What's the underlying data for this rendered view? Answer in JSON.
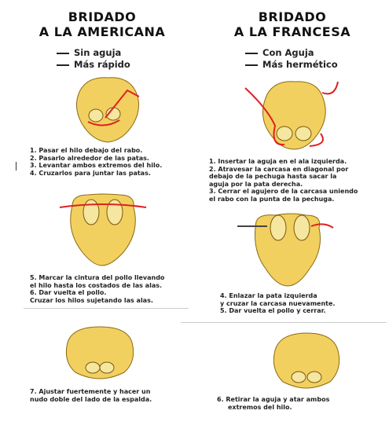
{
  "left": {
    "title_line1": "BRIDADO",
    "title_line2": "A LA AMERICANA",
    "bullet1": "Sin aguja",
    "bullet2": "Más rápido",
    "steps1": [
      "1. Pasar el hilo debajo del rabo.",
      "2. Pasarlo alrededor de las patas.",
      "3. Levantar ambos extremos del hilo.",
      "4. Cruzarlos para juntar las patas."
    ],
    "steps2": [
      "5. Marcar la cintura del pollo llevando",
      "el hilo hasta los costados de las alas.",
      "6. Dar vuelta el pollo.",
      "Cruzar los hilos sujetando las alas."
    ],
    "steps3": [
      "7. Ajustar fuertemente y hacer un",
      "nudo doble del lado de la espalda."
    ]
  },
  "right": {
    "title_line1": "BRIDADO",
    "title_line2": "A LA FRANCESA",
    "bullet1": "Con Aguja",
    "bullet2": "Más hermético",
    "steps1": [
      "1. Insertar la aguja en el ala izquierda.",
      "2. Atravesar la carcasa en diagonal por",
      "debajo de la pechuga hasta sacar la",
      "aguja por la pata derecha.",
      "3. Cerrar el agujero de la carcasa uniendo",
      "el rabo con la punta de la pechuga."
    ],
    "steps2": [
      "4. Enlazar la pata izquierda",
      "y cruzar la carcasa nuevamente.",
      "5. Dar vuelta el pollo y cerrar."
    ],
    "steps3": [
      "6. Retirar la aguja y atar ambos",
      "extremos del hilo."
    ]
  },
  "colors": {
    "chicken": "#f2d060",
    "thread": "#e02020"
  }
}
